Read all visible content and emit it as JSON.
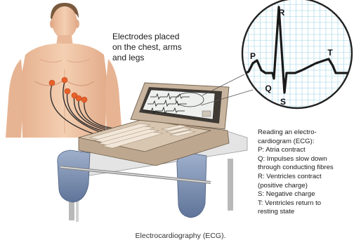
{
  "electrode_label": [
    "Electrodes placed",
    "on the chest, arms",
    "and legs"
  ],
  "wave_letters": {
    "p": "P",
    "q": "Q",
    "r": "R",
    "s": "S",
    "t": "T"
  },
  "legend": {
    "lines": [
      "Reading an electro-",
      "cardiogram (ECG):",
      "P: Atria contract",
      "Q: Impulses slow down",
      "through conducting fibres",
      "R: Ventricles contract",
      "(positive charge)",
      "S: Negative charge",
      "T: Ventricles return to",
      "resting state"
    ]
  },
  "caption": "Electrocardiography (ECG).",
  "colors": {
    "skin": "#f0c6a6",
    "electrode": "#e8612a",
    "grid": "#9ed3e3",
    "trace": "#1a1a1a",
    "machine": "#c9b59f",
    "cart_rail": "#7f93b4"
  }
}
